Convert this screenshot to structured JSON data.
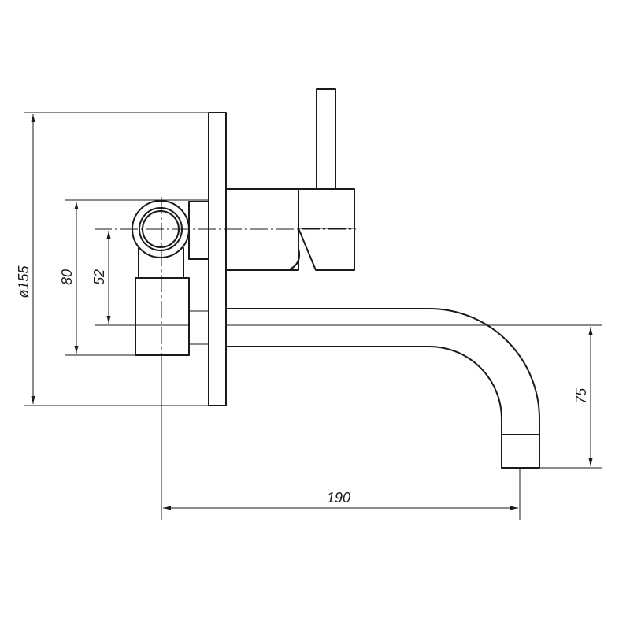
{
  "dimensions": {
    "d155": {
      "label": "ø155",
      "value": 155
    },
    "d80": {
      "label": "80",
      "value": 80
    },
    "d52": {
      "label": "52",
      "value": 52
    },
    "d75": {
      "label": "75",
      "value": 75
    },
    "d190": {
      "label": "190",
      "value": 190
    }
  },
  "colors": {
    "line": "#1a1a1a",
    "background": "#ffffff"
  }
}
